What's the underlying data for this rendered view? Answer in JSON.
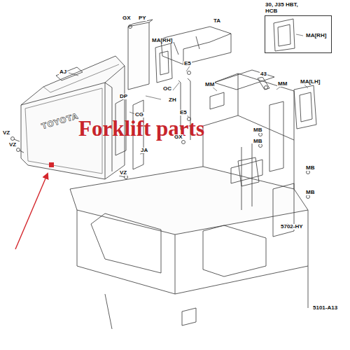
{
  "diagram": {
    "nodes": [
      {
        "text": [
          "30, J35 HBT, HCB",
          "MA[RH]"
        ]
      }
    ],
    "labels": [
      "GX",
      "PY",
      "TA",
      "MA[RH]",
      "AJ",
      "E5",
      "VZ",
      "DP",
      "OC",
      "MM",
      "43",
      "MM",
      "MA[LH]",
      "CG",
      "ZH",
      "E5",
      "MB",
      "MB",
      "VZ",
      "TOYOTA",
      "Forklift parts",
      "JA",
      "GX",
      "VZ",
      "MB",
      "MB",
      "5702-HY",
      "5101-A13"
    ]
  }
}
